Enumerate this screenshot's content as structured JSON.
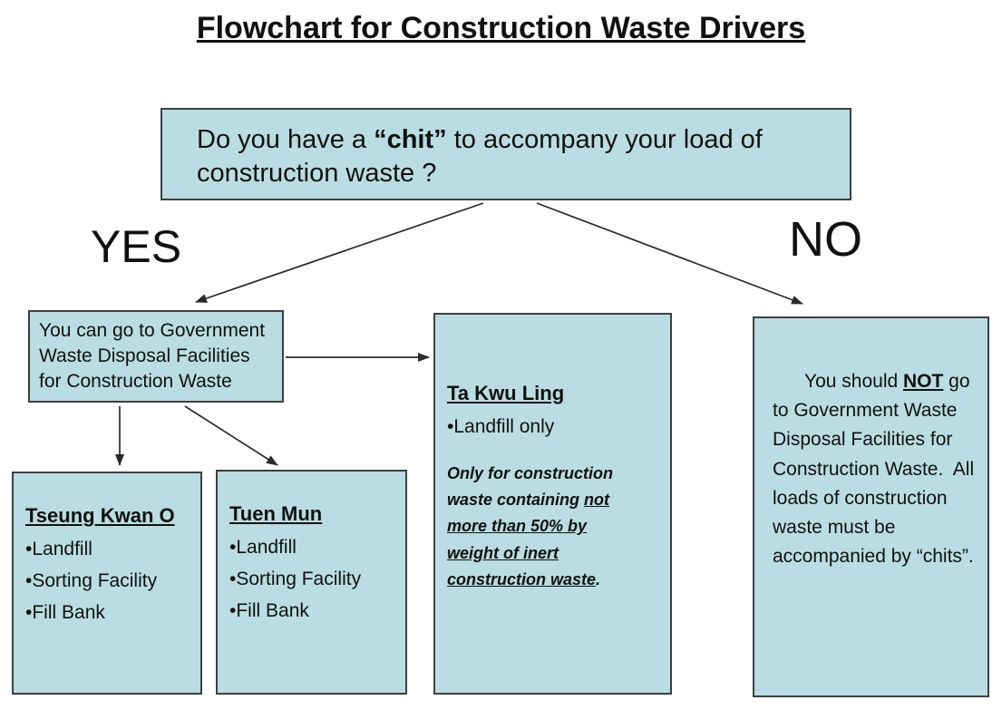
{
  "title": "Flowchart for Construction Waste Drivers",
  "question": {
    "pre": "Do you have a ",
    "emphasis": "“chit”",
    "post": " to accompany your load of construction waste ?"
  },
  "branches": {
    "yes_label": "YES",
    "no_label": "NO"
  },
  "yes_box": {
    "text": "You can go to Government Waste Disposal Facilities for Construction Waste"
  },
  "facilities": [
    {
      "name": "Tseung Kwan O",
      "bullet": "•",
      "items": [
        "Landfill",
        "Sorting Facility",
        "Fill Bank"
      ]
    },
    {
      "name": "Tuen Mun",
      "bullet": "•",
      "items": [
        "Landfill",
        "Sorting Facility",
        "Fill Bank"
      ]
    },
    {
      "name": "Ta Kwu Ling",
      "bullet": "•",
      "items": [
        "Landfill only"
      ]
    }
  ],
  "ta_kwu_ling_note": {
    "pre": "Only for construction waste containing ",
    "underlined": "not more than 50% by weight of inert construction waste",
    "post": "."
  },
  "no_box": {
    "pre": "You should ",
    "emphasis": "NOT",
    "post": " go to Government Waste Disposal Facilities for Construction Waste.  All loads of construction waste must be accompanied by “chits”."
  },
  "colors": {
    "box_fill": "#b9dde2",
    "box_border": "#3f3f3f",
    "arrow": "#2b2b2b",
    "text": "#111111",
    "background": "#ffffff"
  }
}
